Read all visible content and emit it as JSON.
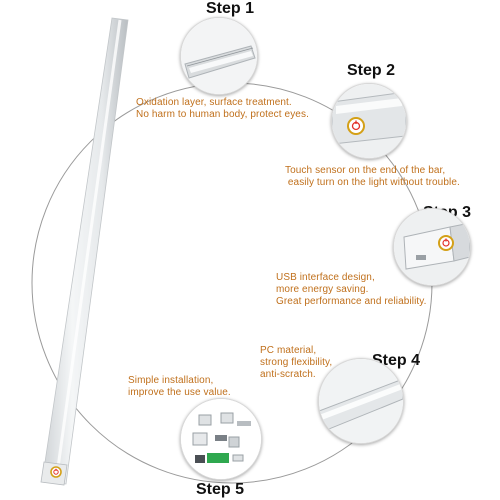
{
  "steps": [
    {
      "title": "Step 1",
      "description": "Oxidation layer, surface treatment.\nNo harm to human body, protect eyes.",
      "detail_icon": "profile-edge-closeup"
    },
    {
      "title": "Step 2",
      "description": "Touch sensor on the end of the bar,\n easily turn on the light without trouble.",
      "detail_icon": "touch-power-button"
    },
    {
      "title": "Step 3",
      "description": "USB interface design,\nmore energy saving.\nGreat performance and reliability.",
      "detail_icon": "usb-end-cap"
    },
    {
      "title": "Step 4",
      "description": "PC material,\nstrong flexibility,\nanti-scratch.",
      "detail_icon": "pc-diffuser-cover"
    },
    {
      "title": "Step 5",
      "description": "Simple installation,\nimprove the use value.",
      "detail_icon": "mounting-accessories"
    }
  ],
  "colors": {
    "description_text": "#c0701c",
    "step_title": "#111111",
    "guide_circle": "#9a9a9a",
    "power_ring": "#d4a017",
    "power_symbol": "#e2322a",
    "accessory_green": "#2fa84f"
  }
}
